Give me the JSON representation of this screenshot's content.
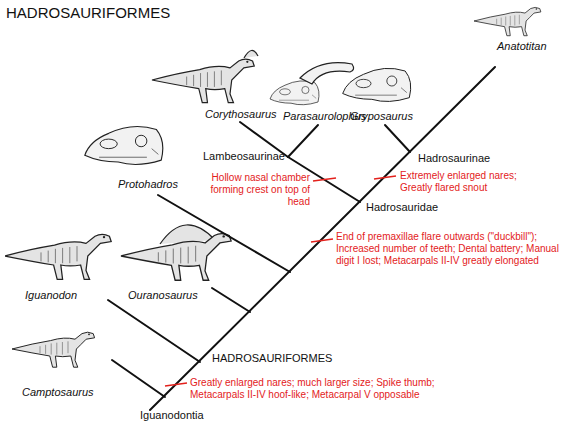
{
  "diagram": {
    "title": "HADROSAURIFORMES",
    "labels": [
      "Corythosaurus",
      "Parasaurolophus",
      "Gryposaurus",
      "Anatotitan",
      "Protohadros",
      "Iguanodon",
      "Ouranosaurus",
      "Camptosaurus",
      "Lambeosaurinae",
      "Hadrosaurinae",
      "Hadrosauridae",
      "HADROSAURIFORMES",
      "Iguanodontia",
      "Extremely enlarged nares; Greatly flared snout",
      "Hollow nasal chamber forming crest on top of head",
      "End of premaxillae flare outwards (\"duckbill\"); Increased number of teeth; Dental battery; Manual digit I lost; Metacarpals II-IV greatly elongated",
      "Greatly enlarged nares; much larger size; Spike thumb; Metacarpals II-IV hoof-like; Metacarpal V opposable"
    ]
  }
}
